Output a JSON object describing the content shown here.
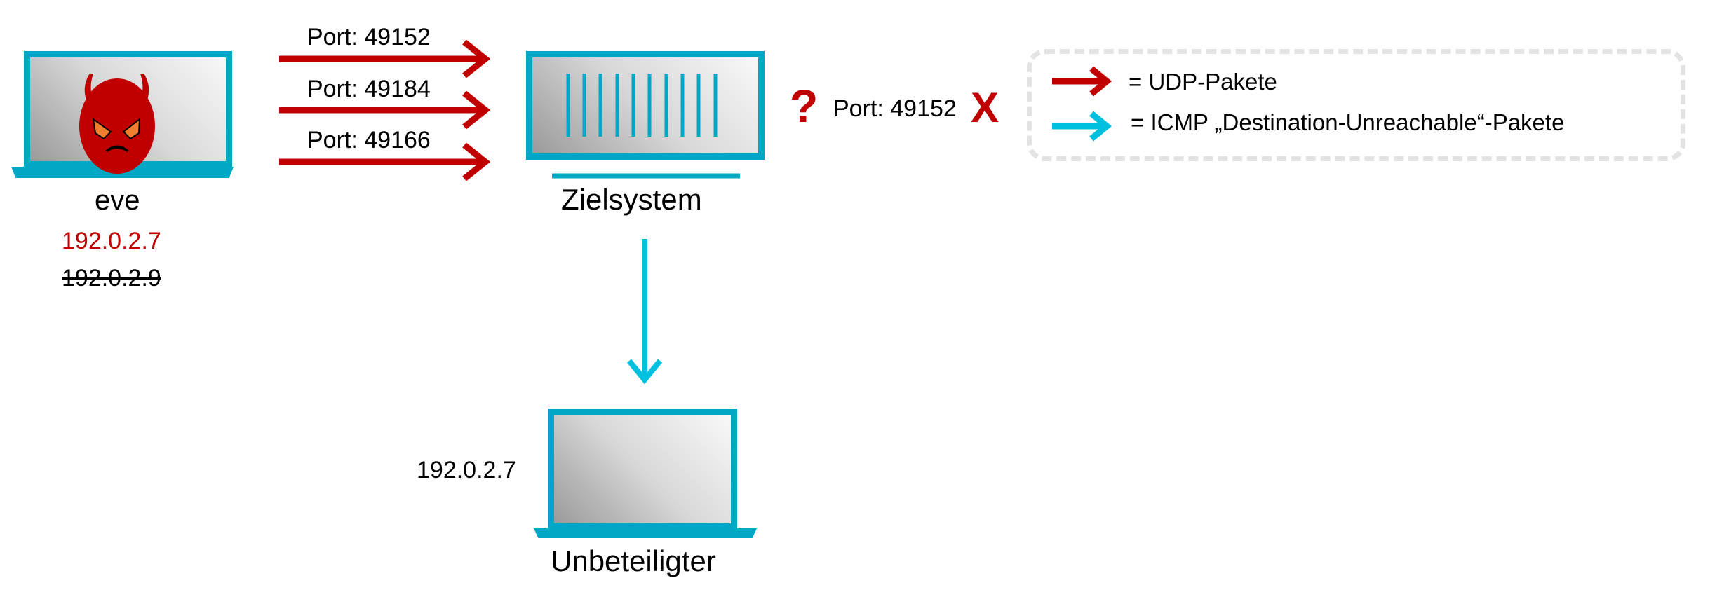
{
  "attacker": {
    "name": "eve",
    "ip_spoofed": "192.0.2.7",
    "ip_real": "192.0.2.9"
  },
  "target": {
    "name": "Zielsystem",
    "closed_port": "Port: 49152"
  },
  "victim": {
    "name": "Unbeteiligter",
    "ip": "192.0.2.7"
  },
  "packets": [
    {
      "label": "Port: 49152"
    },
    {
      "label": "Port: 49184"
    },
    {
      "label": "Port: 49166"
    }
  ],
  "legend": {
    "udp": "= UDP-Pakete",
    "icmp": "= ICMP „Destination-Unreachable“-Pakete"
  },
  "colors": {
    "udp": "#c00000",
    "icmp": "#00c0e0",
    "device": "#00a8c6",
    "attacker_ip": "#c00000"
  }
}
